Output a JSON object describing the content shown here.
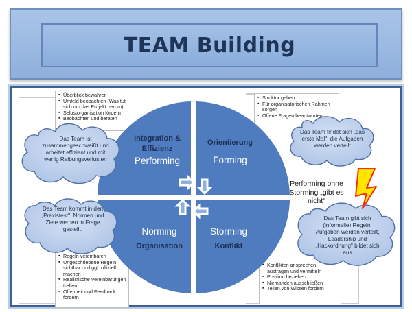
{
  "title": "TEAM Building",
  "quadrants": {
    "top_left": {
      "label_bold": "Integration & Effizienz",
      "label": "Performing"
    },
    "top_right": {
      "label_bold": "Orientierung",
      "label": "Forming"
    },
    "bottom_left": {
      "label": "Norming",
      "label_bold": "Organisation"
    },
    "bottom_right": {
      "label": "Storming",
      "label_bold": "Konflikt"
    }
  },
  "bullets": {
    "top_left": [
      "Überblick bewahren",
      "Umfeld beobachten (Was tut sich um das Projekt herum)",
      "Selbstorganisation fördern",
      "Beobachten und beraten"
    ],
    "top_right": [
      "Struktur geben",
      "Für organisatorischen Rahmen sorgen",
      "Offene Fragen beantworten"
    ],
    "bottom_left": [
      "Regeln vereinbaren",
      "Ungeschriebene Regeln sichtbar und ggf. offiziell machen",
      "Realistische Vereinbarungen treffen",
      "Offenheit und Feedback fördern"
    ],
    "bottom_right": [
      "Konflikten ansprechen, austragen und vermitteln",
      "Position beziehen",
      "Niemanden ausschließen",
      "Teilen von Wissen fördern"
    ]
  },
  "clouds": {
    "left_top": "Das Team ist zusammengeschweißt und arbeitet effizient und mit wenig Reibungsverlusten",
    "left_bottom": "Das Team kommt in den „Praxistest\". Normen und Ziele werden in Frage gestellt.",
    "right_top": "Das Team findet sich „das erste Mal\", die Aufgaben werden verteilt",
    "right_bottom": "Das Team gibt sich (informelle) Regeln, Aufgaben werden verteilt, Leadership und „Hackordnung\" bildet sich aus"
  },
  "side_note": "Performing ohne Storming „gibt es nicht\"",
  "colors": {
    "circle": "#4f7bbf",
    "cloud_fill": "#bfd1ec",
    "cloud_stroke": "#4f6fa3",
    "title_text": "#1f3557",
    "frame": "#3d5f94",
    "lightning": "#ffe600",
    "lightning_stroke": "#ff2a00"
  },
  "icons": {
    "center": "cycle-arrows-icon",
    "lightning": "lightning-icon"
  }
}
